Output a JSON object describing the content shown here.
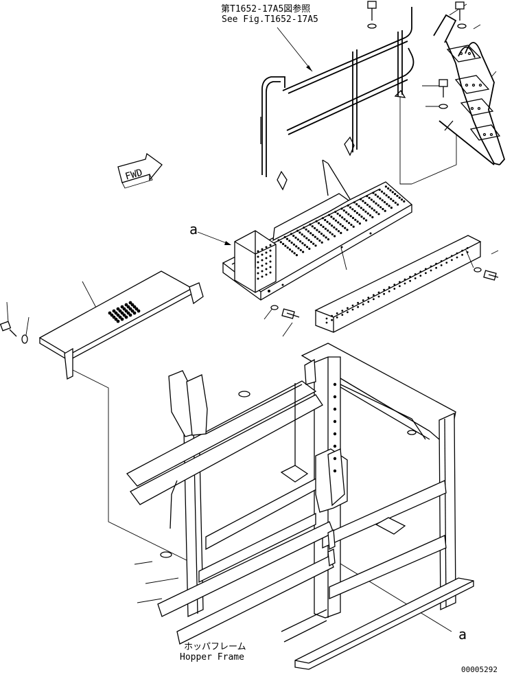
{
  "labels": {
    "ref_jp": "第T1652-17A5図参照",
    "ref_en": "See Fig.T1652-17A5",
    "fwd": "FWD",
    "callout_a_top": "a",
    "callout_a_bottom": "a",
    "hopper_jp": "ホッパフレーム",
    "hopper_en": "Hopper Frame",
    "drawing_no": "00005292"
  }
}
